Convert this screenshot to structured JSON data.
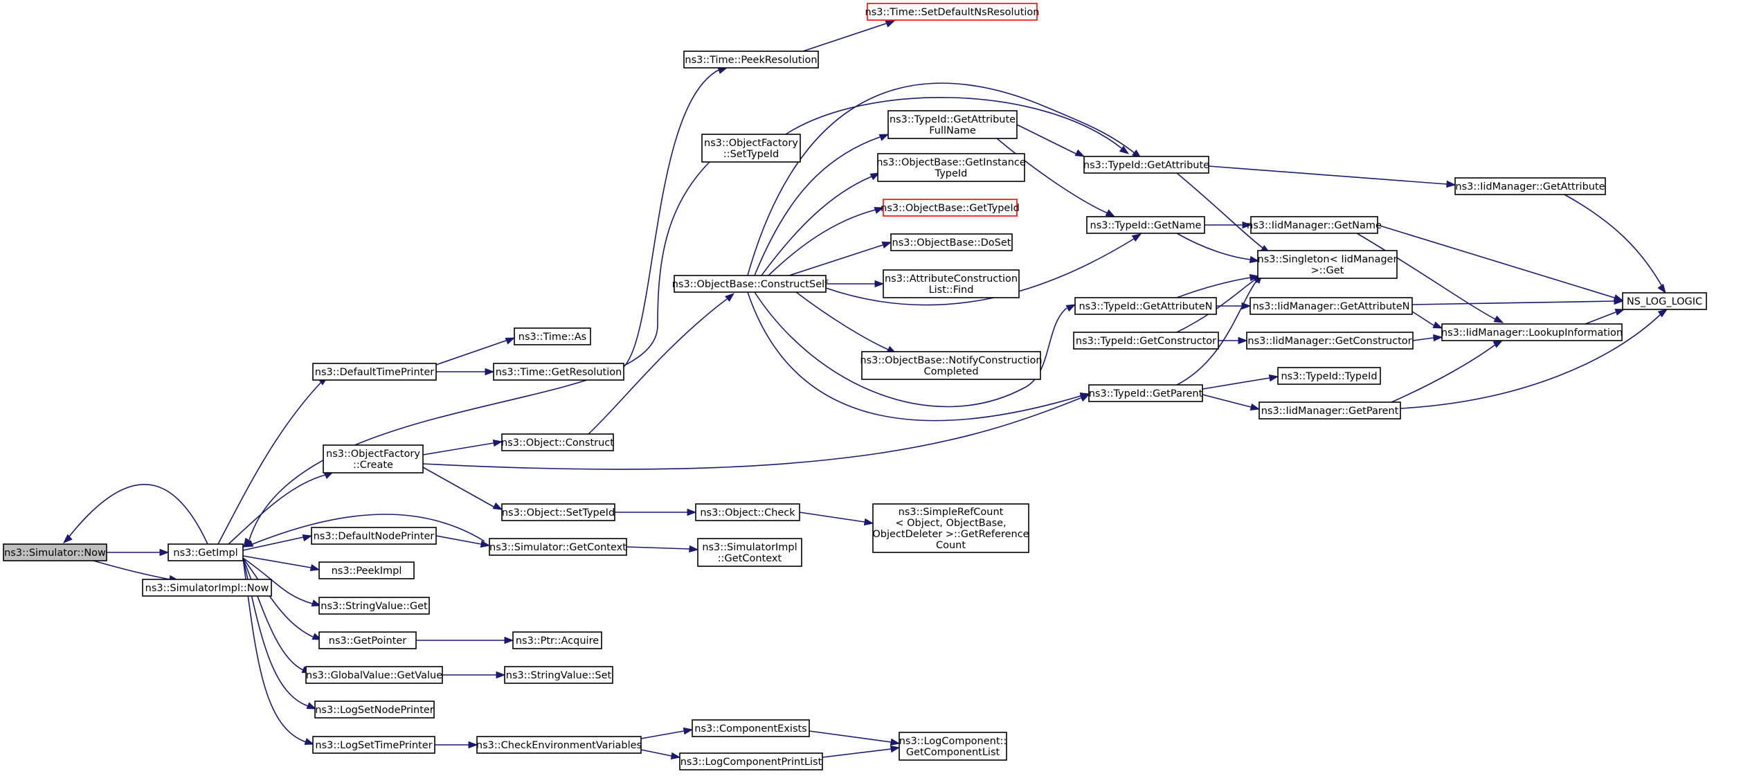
{
  "colors": {
    "edge": "#191970",
    "node_border": "#000000",
    "node_border_highlight": "#ff0000",
    "root_fill": "#bfbfbf",
    "background": "#ffffff"
  },
  "nodes": {
    "n1": {
      "lines": [
        "ns3::Simulator::Now"
      ]
    },
    "n2": {
      "lines": [
        "ns3::GetImpl"
      ]
    },
    "n3": {
      "lines": [
        "ns3::SimulatorImpl::Now"
      ]
    },
    "n4": {
      "lines": [
        "ns3::DefaultTimePrinter"
      ]
    },
    "n5": {
      "lines": [
        "ns3::ObjectFactory",
        "::Create"
      ]
    },
    "n6": {
      "lines": [
        "ns3::DefaultNodePrinter"
      ]
    },
    "n7": {
      "lines": [
        "ns3::PeekImpl"
      ]
    },
    "n8": {
      "lines": [
        "ns3::StringValue::Get"
      ]
    },
    "n9": {
      "lines": [
        "ns3::GetPointer"
      ]
    },
    "n10": {
      "lines": [
        "ns3::GlobalValue::GetValue"
      ]
    },
    "n11": {
      "lines": [
        "ns3::LogSetNodePrinter"
      ]
    },
    "n12": {
      "lines": [
        "ns3::LogSetTimePrinter"
      ]
    },
    "n13": {
      "lines": [
        "ns3::Time::As"
      ]
    },
    "n14": {
      "lines": [
        "ns3::Time::GetResolution"
      ]
    },
    "n15": {
      "lines": [
        "ns3::Object::Construct"
      ]
    },
    "n16": {
      "lines": [
        "ns3::Object::SetTypeId"
      ]
    },
    "n17": {
      "lines": [
        "ns3::Simulator::GetContext"
      ]
    },
    "n18": {
      "lines": [
        "ns3::Ptr::Acquire"
      ]
    },
    "n19": {
      "lines": [
        "ns3::StringValue::Set"
      ]
    },
    "n20": {
      "lines": [
        "ns3::CheckEnvironmentVariables"
      ]
    },
    "n21": {
      "lines": [
        "ns3::Time::SetDefaultNsResolution"
      ]
    },
    "n22": {
      "lines": [
        "ns3::Time::PeekResolution"
      ]
    },
    "n23": {
      "lines": [
        "ns3::ObjectFactory",
        "::SetTypeId"
      ]
    },
    "n24": {
      "lines": [
        "ns3::ObjectBase::ConstructSelf"
      ]
    },
    "n25": {
      "lines": [
        "ns3::Object::Check"
      ]
    },
    "n26": {
      "lines": [
        "ns3::SimulatorImpl",
        "::GetContext"
      ]
    },
    "n27": {
      "lines": [
        "ns3::ComponentExists"
      ]
    },
    "n28": {
      "lines": [
        "ns3::LogComponentPrintList"
      ]
    },
    "n29": {
      "lines": [
        "ns3::TypeId::GetAttribute",
        "FullName"
      ]
    },
    "n30": {
      "lines": [
        "ns3::ObjectBase::GetInstance",
        "TypeId"
      ]
    },
    "n31": {
      "lines": [
        "ns3::ObjectBase::GetTypeId"
      ]
    },
    "n32": {
      "lines": [
        "ns3::ObjectBase::DoSet"
      ]
    },
    "n33": {
      "lines": [
        "ns3::AttributeConstruction",
        "List::Find"
      ]
    },
    "n34": {
      "lines": [
        "ns3::ObjectBase::NotifyConstruction",
        "Completed"
      ]
    },
    "n35": {
      "lines": [
        "ns3::SimpleRefCount",
        "< Object, ObjectBase,",
        "ObjectDeleter >::GetReference",
        "Count"
      ]
    },
    "n36": {
      "lines": [
        "ns3::LogComponent::",
        "GetComponentList"
      ]
    },
    "n37": {
      "lines": [
        "ns3::TypeId::GetAttribute"
      ]
    },
    "n38": {
      "lines": [
        "ns3::TypeId::GetName"
      ]
    },
    "n39": {
      "lines": [
        "ns3::TypeId::GetAttributeN"
      ]
    },
    "n40": {
      "lines": [
        "ns3::TypeId::GetConstructor"
      ]
    },
    "n41": {
      "lines": [
        "ns3::TypeId::GetParent"
      ]
    },
    "n42": {
      "lines": [
        "ns3::IidManager::GetAttribute"
      ]
    },
    "n43": {
      "lines": [
        "ns3::IidManager::GetName"
      ]
    },
    "n44": {
      "lines": [
        "ns3::Singleton< IidManager",
        ">::Get"
      ]
    },
    "n45": {
      "lines": [
        "ns3::IidManager::GetAttributeN"
      ]
    },
    "n46": {
      "lines": [
        "ns3::IidManager::GetConstructor"
      ]
    },
    "n47": {
      "lines": [
        "ns3::TypeId::TypeId"
      ]
    },
    "n48": {
      "lines": [
        "ns3::IidManager::GetParent"
      ]
    },
    "n49": {
      "lines": [
        "ns3::IidManager::LookupInformation"
      ]
    },
    "n50": {
      "lines": [
        "NS_LOG_LOGIC"
      ]
    }
  }
}
